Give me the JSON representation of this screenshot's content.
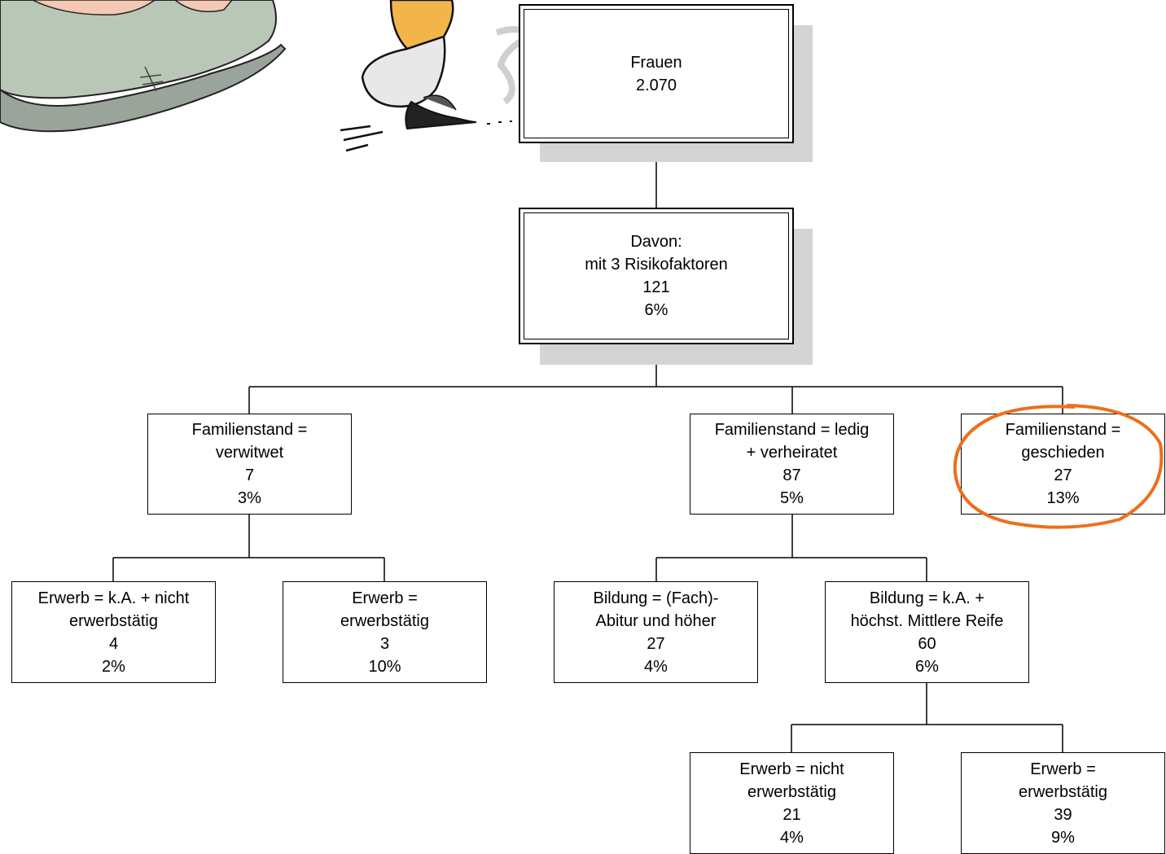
{
  "tree": {
    "root": {
      "title": "Frauen",
      "count": "2.070"
    },
    "level1": {
      "line1": "Davon:",
      "line2": "mit 3 Risikofaktoren",
      "count": "121",
      "pct": "6%"
    },
    "verwitwet": {
      "line1": "Familienstand =",
      "line2": "verwitwet",
      "count": "7",
      "pct": "3%"
    },
    "ledig_verheiratet": {
      "line1": "Familienstand = ledig",
      "line2": "+ verheiratet",
      "count": "87",
      "pct": "5%"
    },
    "geschieden": {
      "line1": "Familienstand =",
      "line2": "geschieden",
      "count": "27",
      "pct": "13%"
    },
    "erwerb_ka_nicht": {
      "line1": "Erwerb = k.A. + nicht",
      "line2": "erwerbstätig",
      "count": "4",
      "pct": "2%"
    },
    "erwerb_erwerbstaetig_left": {
      "line1": "Erwerb =",
      "line2": "erwerbstätig",
      "count": "3",
      "pct": "10%"
    },
    "bildung_abitur": {
      "line1": "Bildung = (Fach)-",
      "line2": "Abitur und höher",
      "count": "27",
      "pct": "4%"
    },
    "bildung_mittlere_reife": {
      "line1": "Bildung = k.A. +",
      "line2": "höchst. Mittlere Reife",
      "count": "60",
      "pct": "6%"
    },
    "erwerb_nicht": {
      "line1": "Erwerb = nicht",
      "line2": "erwerbstätig",
      "count": "21",
      "pct": "4%"
    },
    "erwerb_erwerbstaetig_right": {
      "line1": "Erwerb =",
      "line2": "erwerbstätig",
      "count": "39",
      "pct": "9%"
    }
  },
  "colors": {
    "highlight_circle": "#ec6f1d",
    "shadow": "#d4d4d4"
  },
  "icons": {
    "left_clipart": "scale-feet-icon",
    "right_clipart": "stubbed-cigarette-icon"
  }
}
